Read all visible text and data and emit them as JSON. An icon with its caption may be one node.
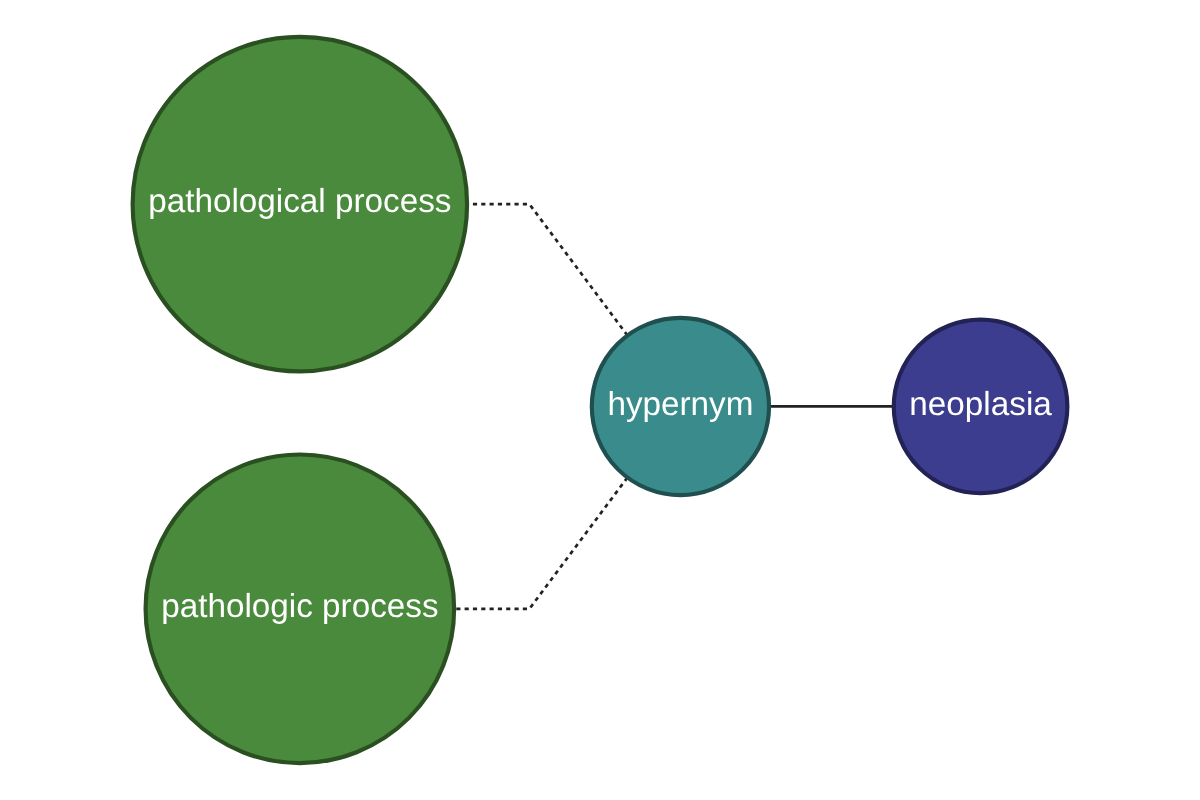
{
  "diagram": {
    "nodes": [
      {
        "text": [
          "neoplasia"
        ]
      },
      {
        "text": [
          "hypernym"
        ]
      },
      {
        "text": [
          "pathological process"
        ]
      },
      {
        "text": [
          "pathologic process"
        ]
      }
    ],
    "edges": [
      {
        "from": 0,
        "to": 1,
        "arrow": "none"
      },
      {
        "from": 1,
        "to": 2,
        "arrow": "none",
        "style": "dashed"
      },
      {
        "from": 1,
        "to": 3,
        "arrow": "none",
        "style": "dashed"
      }
    ]
  }
}
